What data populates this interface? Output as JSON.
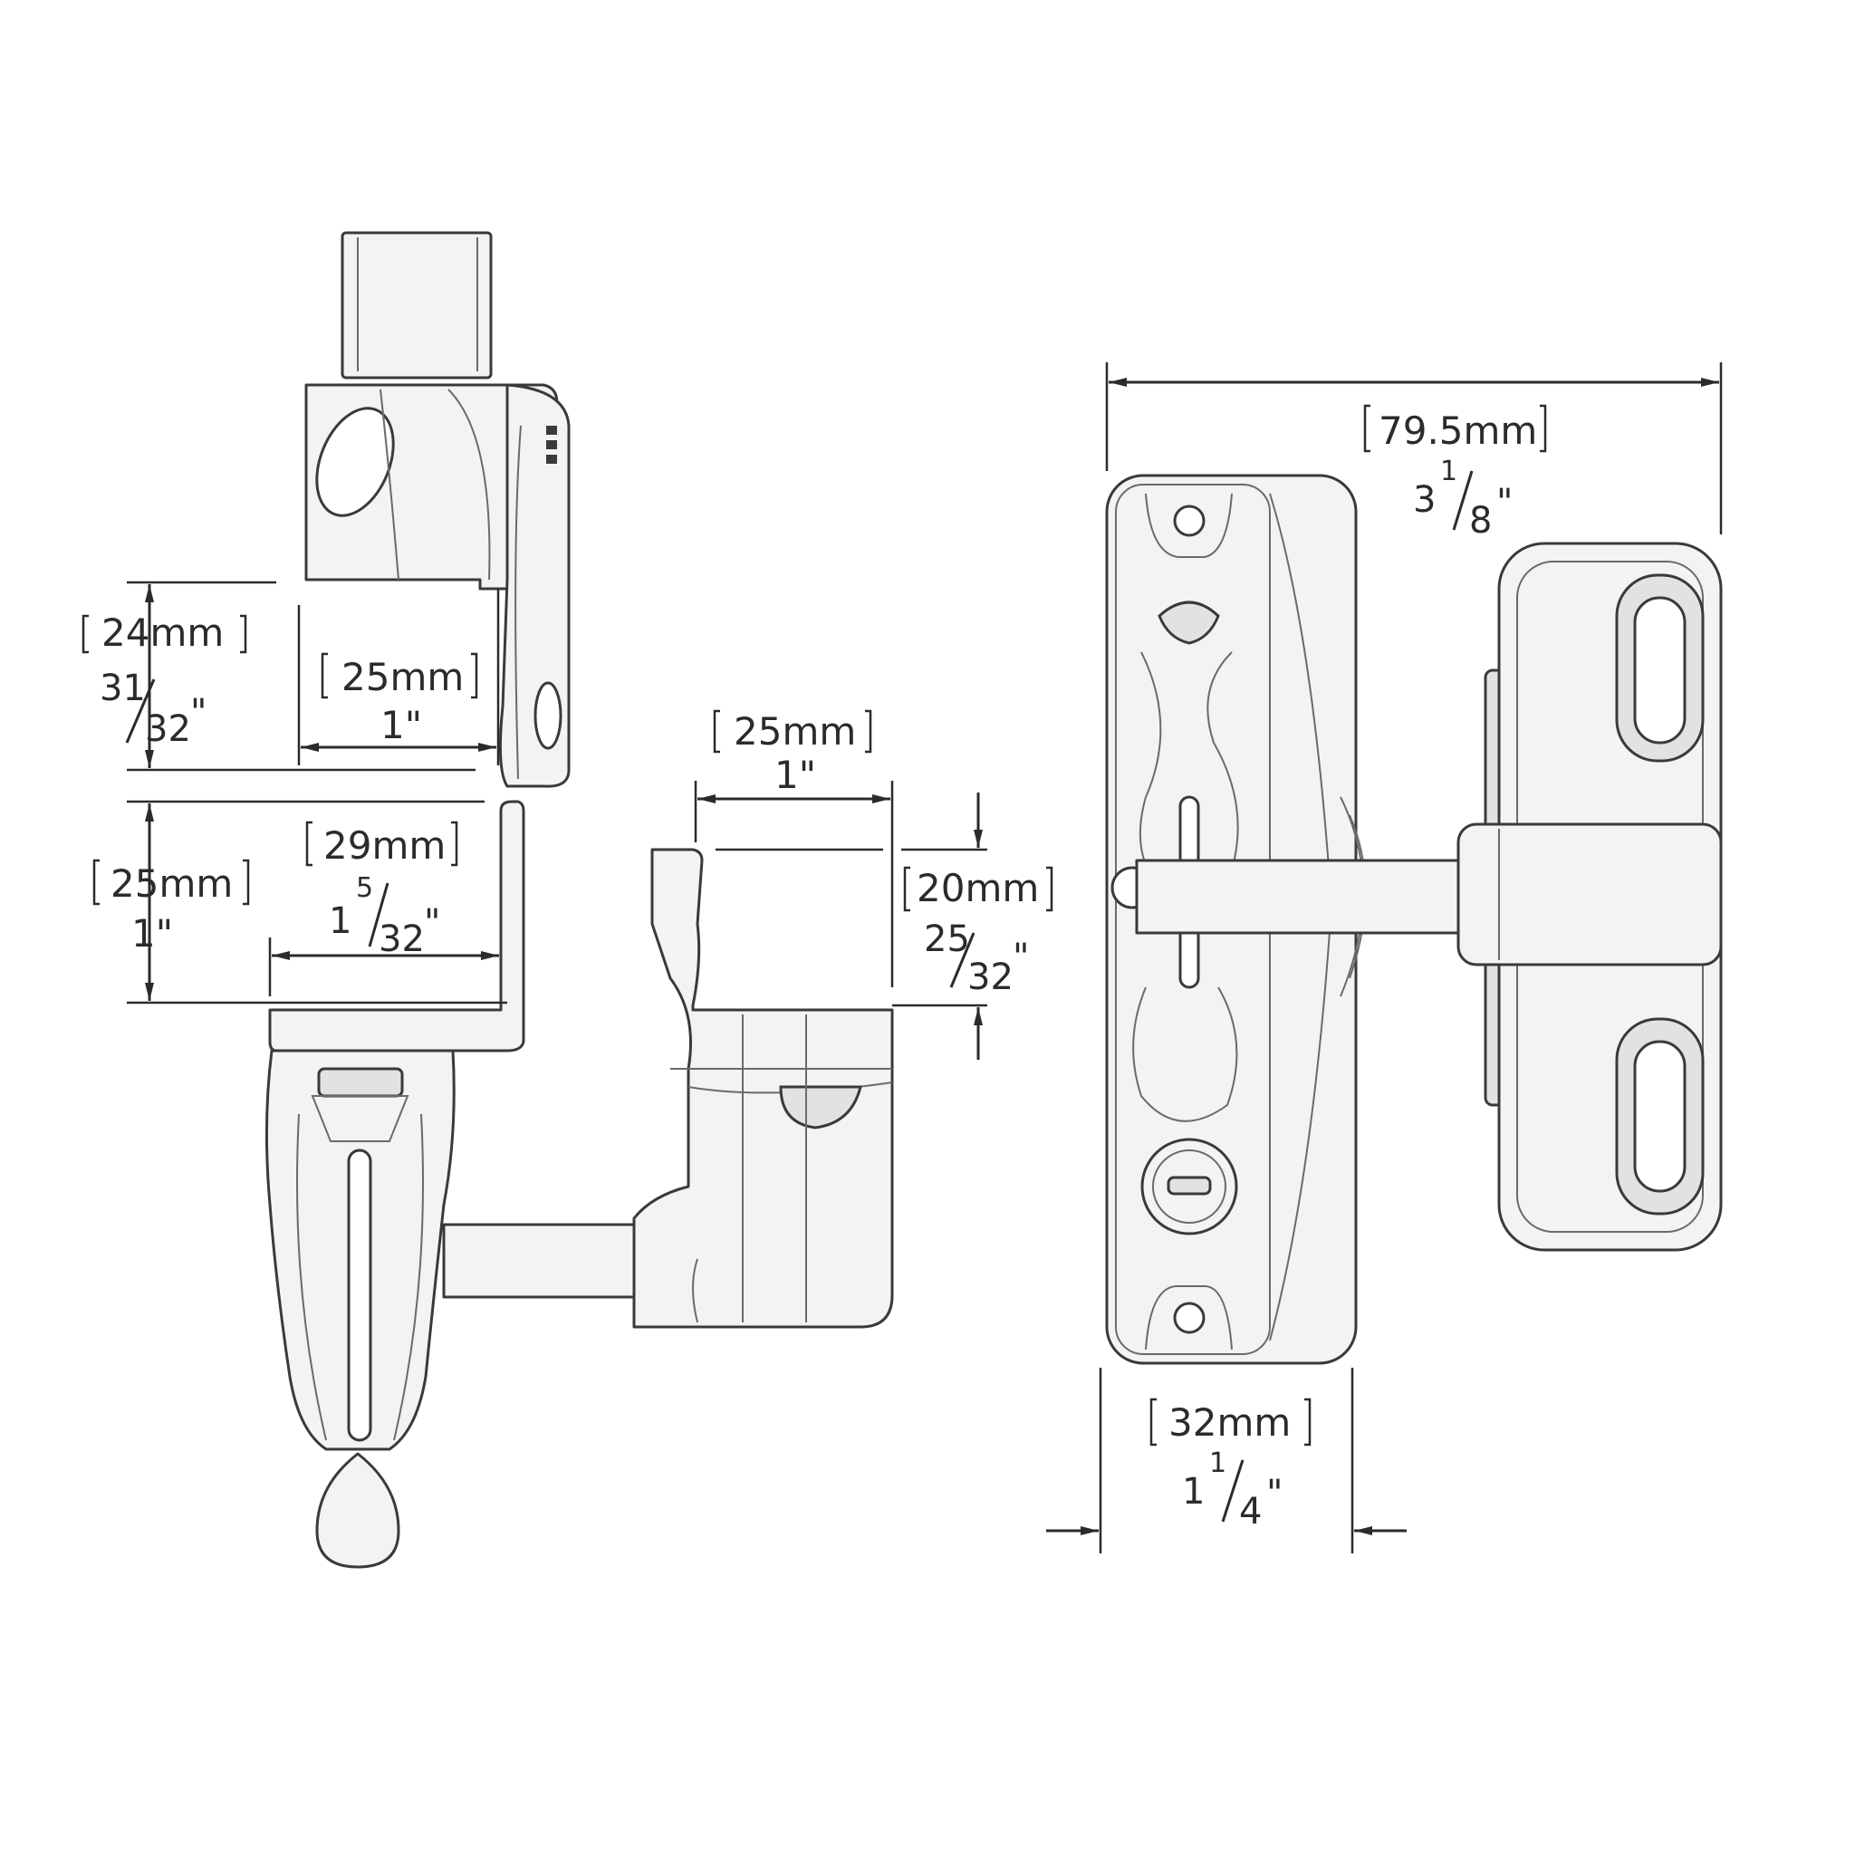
{
  "dimensions": {
    "side_gap_height": {
      "metric": "24mm",
      "whole": "",
      "numerator": "31",
      "denominator": "32",
      "unit": "\""
    },
    "side_latch_width": {
      "metric": "25mm",
      "imperial": "1\""
    },
    "side_bracket_height": {
      "metric": "25mm",
      "imperial": "1\""
    },
    "side_bracket_width": {
      "metric": "29mm",
      "whole": "1",
      "numerator": "5",
      "denominator": "32",
      "unit": "\""
    },
    "center_post_width": {
      "metric": "25mm",
      "imperial": "1\""
    },
    "center_post_height": {
      "metric": "20mm",
      "whole": "",
      "numerator": "25",
      "denominator": "32",
      "unit": "\""
    },
    "front_overall_width": {
      "metric": "79.5mm",
      "whole": "3",
      "numerator": "1",
      "denominator": "8",
      "unit": "\""
    },
    "front_body_width": {
      "metric": "32mm",
      "whole": "1",
      "numerator": "1",
      "denominator": "4",
      "unit": "\""
    }
  }
}
